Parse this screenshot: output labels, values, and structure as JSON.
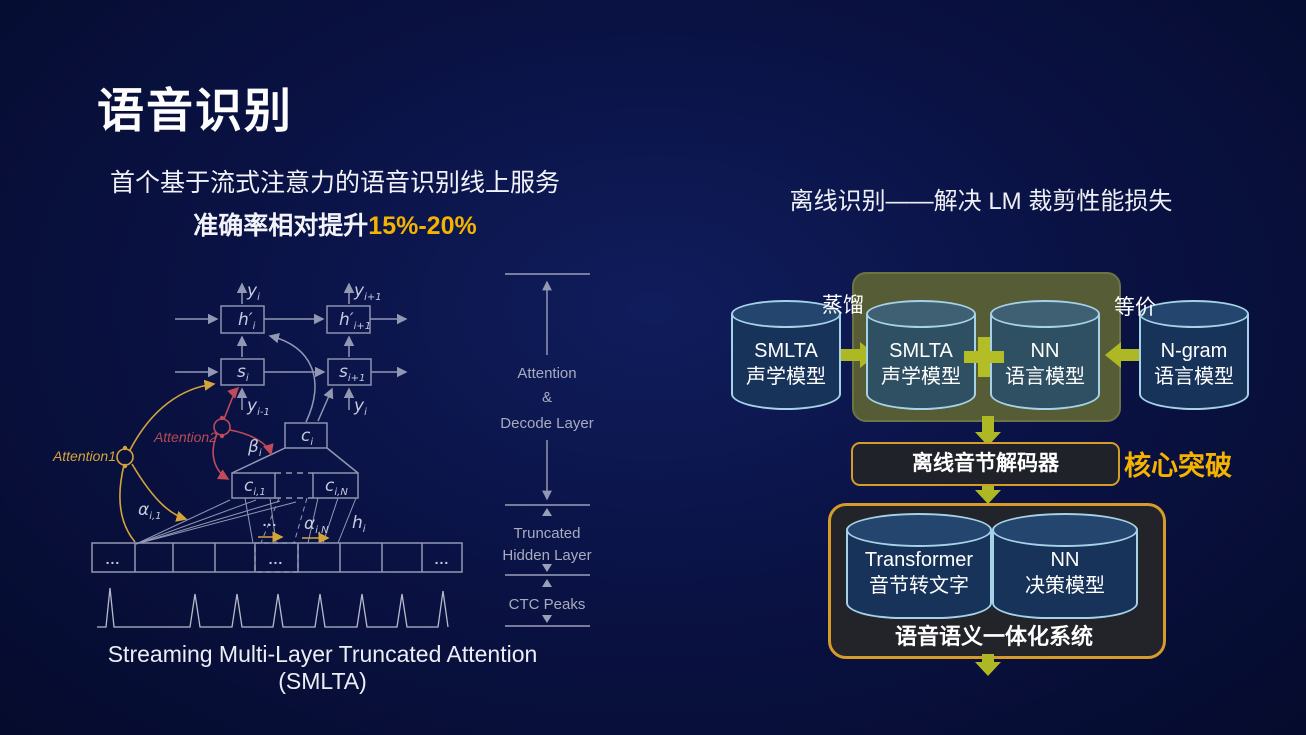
{
  "title": "语音识别",
  "left": {
    "subtitle": "首个基于流式注意力的语音识别线上服务",
    "accuracy_prefix": "准确率相对提升",
    "accuracy_value": "15%-20%",
    "caption": "Streaming Multi-Layer Truncated Attention (SMLTA)",
    "diagram": {
      "nodes": {
        "h_i": {
          "main": "h′",
          "sub": "i"
        },
        "h_i1": {
          "main": "h′",
          "sub": "i+1"
        },
        "s_i": {
          "main": "s",
          "sub": "i"
        },
        "s_i1": {
          "main": "s",
          "sub": "i+1"
        },
        "y_i": {
          "main": "y",
          "sub": "i"
        },
        "y_i1": {
          "main": "y",
          "sub": "i+1"
        },
        "y_im1": {
          "main": "y",
          "sub": "i-1"
        },
        "c_i": {
          "main": "c",
          "sub": "i"
        },
        "c_i1": {
          "main": "c",
          "sub": "i,1"
        },
        "c_iN": {
          "main": "c",
          "sub": "i,N"
        },
        "alpha_i1": {
          "main": "α",
          "sub": "i,1"
        },
        "alpha_iN": {
          "main": "α",
          "sub": "i,N"
        },
        "beta_i": {
          "main": "β",
          "sub": "i"
        },
        "h_feat": {
          "main": "h",
          "sub": "i"
        },
        "attention1": "Attention1",
        "attention2": "Attention2",
        "ellipsis": "..."
      },
      "layers": {
        "attention": "Attention",
        "amp": "&",
        "decode": "Decode Layer",
        "truncated": "Truncated",
        "hidden": "Hidden Layer",
        "ctc": "CTC Peaks"
      }
    }
  },
  "right": {
    "heading": "离线识别——解决 LM 裁剪性能损失",
    "distill_label": "蒸馏",
    "equiv_label": "等价",
    "cylinders": [
      {
        "line1": "SMLTA",
        "line2": "声学模型"
      },
      {
        "line1": "SMLTA",
        "line2": "声学模型"
      },
      {
        "line1": "NN",
        "line2": "语言模型"
      },
      {
        "line1": "N-gram",
        "line2": "语言模型"
      },
      {
        "line1": "Transformer",
        "line2": "音节转文字"
      },
      {
        "line1": "NN",
        "line2": "决策模型"
      }
    ],
    "decoder_label": "离线音节解码器",
    "core_label": "核心突破",
    "bottom_box_label": "语音语义一体化系统"
  },
  "colors": {
    "background": "#0a1244",
    "accent_gold": "#f5b300",
    "arrow_olive": "#aeb824",
    "olive_panel": "#565c35",
    "box_border_gold": "#d79b2a",
    "cylinder_outline": "#a6d2e8",
    "diagram_line": "#9298b4",
    "attention1_gold": "#d4a43c",
    "attention2_red": "#b84a55"
  }
}
